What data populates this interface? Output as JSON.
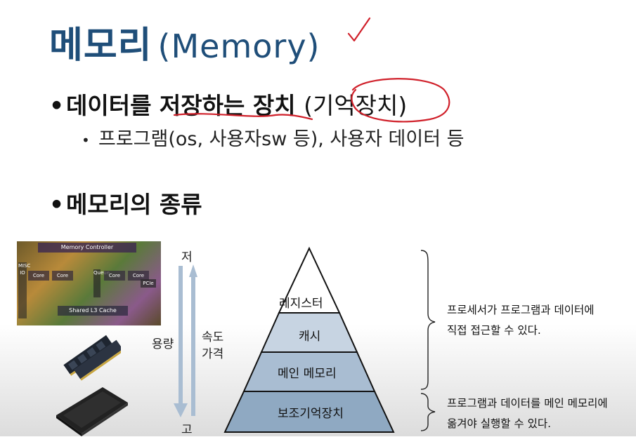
{
  "title": {
    "main": "메모리",
    "sub": "(Memory)"
  },
  "bullet1": {
    "text": "데이터를 저장하는 장치",
    "paren": "(기억장치)"
  },
  "sub_bullet": {
    "text": "프로그램(os,  사용자sw  등), 사용자 데이터 등"
  },
  "bullet2": {
    "text": "메모리의 종류"
  },
  "chip": {
    "memory_controller": "Memory Controller",
    "misc_io": "MISC IO",
    "core_labels": [
      "Core",
      "Core",
      "Core",
      "Core"
    ],
    "queue": "Queue",
    "pcie": "PCIe",
    "shared_cache": "Shared L3 Cache"
  },
  "scale": {
    "top": "저",
    "bottom": "고",
    "capacity": "용량",
    "speed": "속도",
    "price": "가격"
  },
  "pyramid": {
    "levels": [
      "레지스터",
      "캐시",
      "메인 메모리",
      "보조기억장치"
    ],
    "colors": [
      "#ffffff",
      "#c7d4e2",
      "#a9bdd2",
      "#8fa9c2"
    ]
  },
  "descriptions": {
    "upper": [
      "프로세서가 프로그램과 데이터에",
      "직접 접근할 수 있다."
    ],
    "lower": [
      "프로그램과 데이터를 메인 메모리에",
      "옮겨야 실행할 수 있다."
    ]
  },
  "colors": {
    "title": "#1f4e79",
    "annotation": "#d0202a",
    "arrow": "#a9bdd2"
  }
}
